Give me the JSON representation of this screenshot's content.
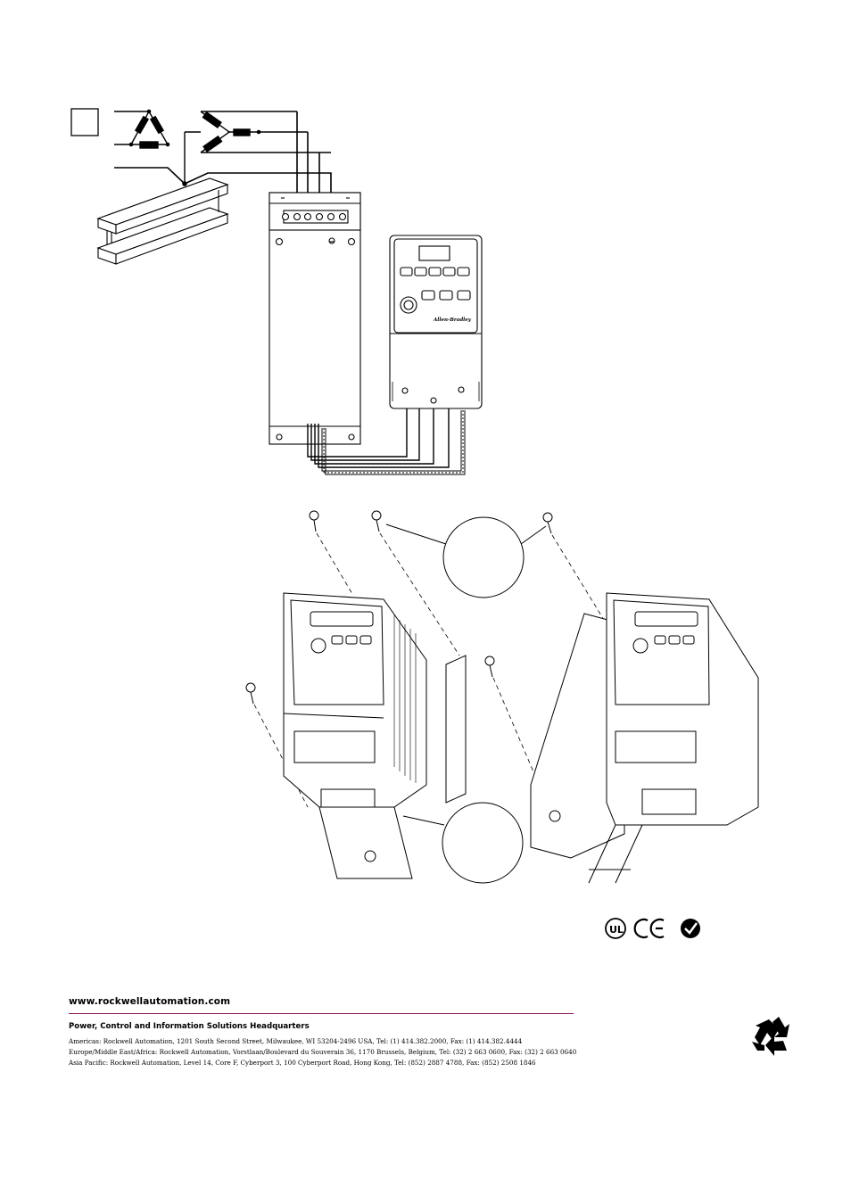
{
  "footer": {
    "website": "www.rockwellautomation.com",
    "hq_title": "Power, Control and Information Solutions Headquarters",
    "addresses": [
      "Americas: Rockwell Automation, 1201 South Second Street, Milwaukee, WI 53204-2496 USA, Tel: (1) 414.382.2000, Fax: (1) 414.382.4444",
      "Europe/Middle East/Africa: Rockwell Automation, Vorstlaan/Boulevard du Souverain 36, 1170 Brussels, Belgium, Tel: (32) 2 663 0600, Fax: (32) 2 663 0640",
      "Asia Pacific: Rockwell Automation, Level 14, Core F, Cyberport 3, 100 Cyberport Road, Hong Kong, Tel: (852) 2887 4788, Fax: (852) 2508 1846"
    ]
  },
  "drive_brand": "Allen-Bradley",
  "certification_marks": [
    "ul-listed-mark",
    "ce-mark",
    "c-tick-mark"
  ],
  "icons": [
    "recycle-icon"
  ]
}
